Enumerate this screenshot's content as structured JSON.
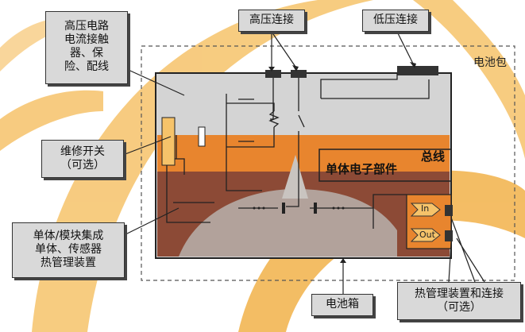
{
  "callouts": {
    "hv_circuit": [
      "高压电路",
      "电流接触",
      "器、保",
      "险、配线"
    ],
    "service_switch": [
      "维修开关",
      "（可选）"
    ],
    "cell_module": [
      "单体/模块集成",
      "单体、传感器",
      "热管理装置"
    ],
    "hv_connection": "高压连接",
    "lv_connection": "低压连接",
    "battery_box": "电池箱",
    "thermal": [
      "热管理装置和连接",
      "（可选）"
    ]
  },
  "labels": {
    "battery_pack": "电池包",
    "bus": "总线",
    "cell_electronics": "单体电子部件",
    "port_in": "In",
    "port_out": "Out"
  },
  "colors": {
    "orange": "#e8852e",
    "dark_red": "#8c4a36",
    "light_gray": "#d4d4d4",
    "fan_yellow": "#f2b24a"
  }
}
